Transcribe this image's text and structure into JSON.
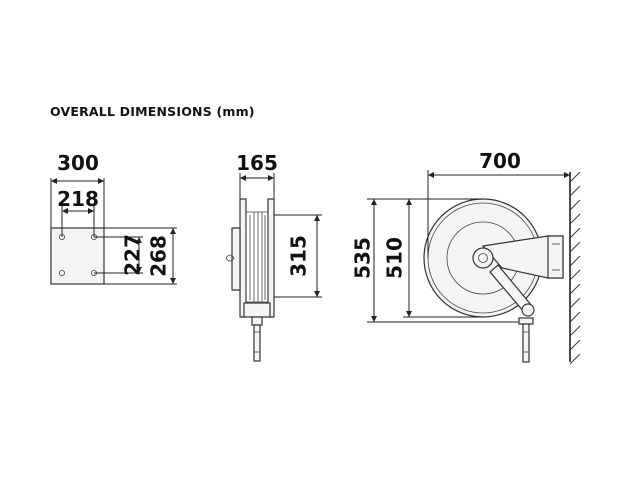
{
  "title": "OVERALL DIMENSIONS (mm)",
  "dimensions": {
    "bracket_width_overall": "300",
    "bracket_hole_spacing_horizontal": "218",
    "bracket_hole_spacing_vertical": "227",
    "bracket_height_overall": "268",
    "reel_depth": "165",
    "reel_height_side": "315",
    "reel_height_overall": "535",
    "drum_diameter": "510",
    "reach_from_wall": "700"
  }
}
